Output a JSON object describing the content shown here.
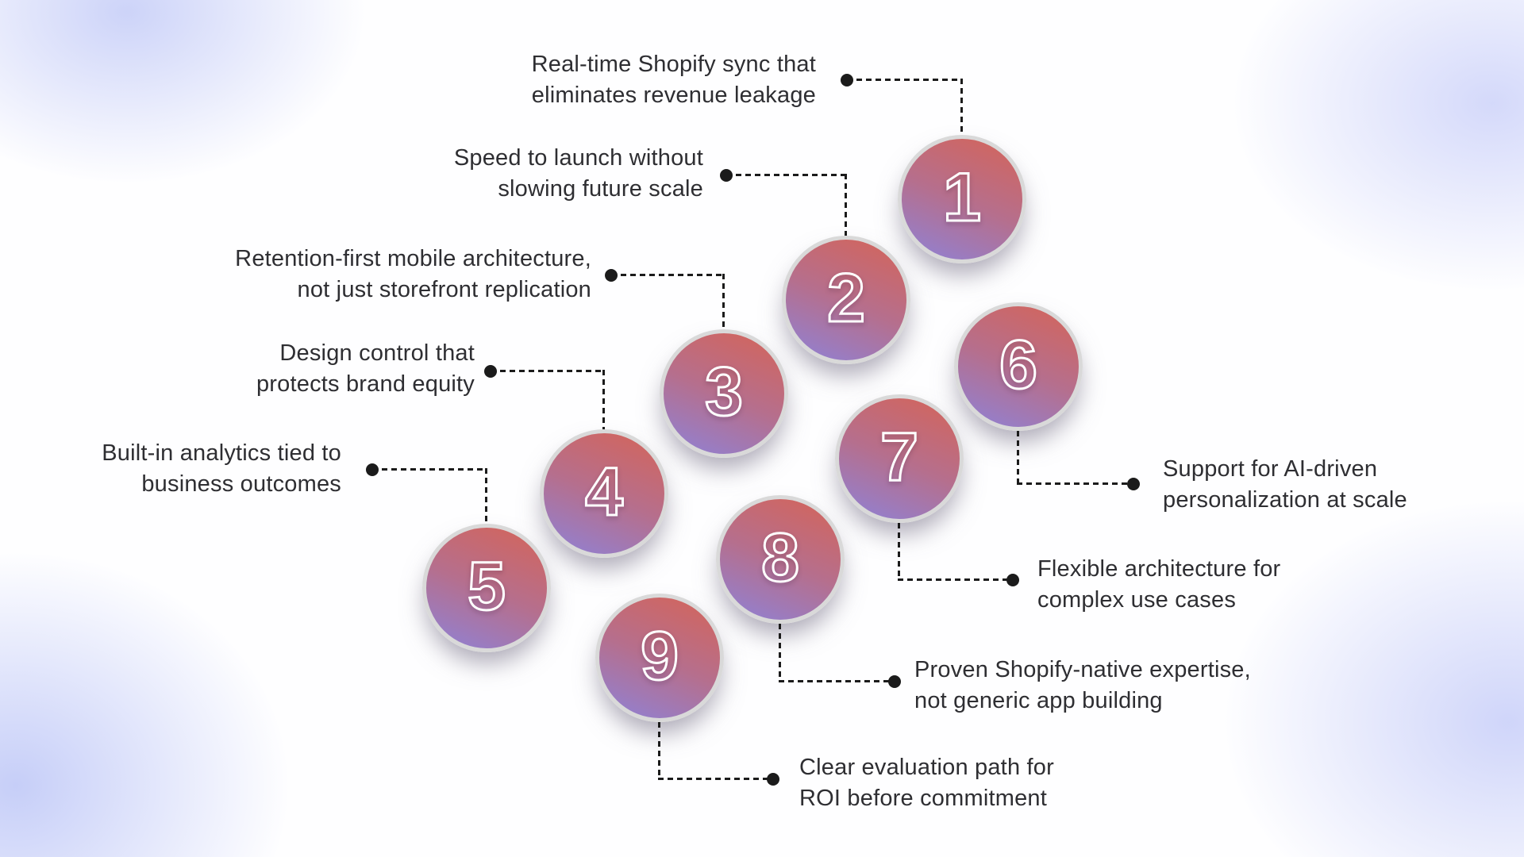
{
  "infographic": {
    "items": [
      {
        "number": "1",
        "lines": [
          "Real-time Shopify sync that",
          "eliminates revenue leakage"
        ]
      },
      {
        "number": "2",
        "lines": [
          "Speed to launch without",
          "slowing future scale"
        ]
      },
      {
        "number": "3",
        "lines": [
          "Retention-first mobile architecture,",
          "not just storefront replication"
        ]
      },
      {
        "number": "4",
        "lines": [
          "Design control that",
          "protects brand equity"
        ]
      },
      {
        "number": "5",
        "lines": [
          "Built-in analytics tied to",
          "business outcomes"
        ]
      },
      {
        "number": "6",
        "lines": [
          "Support for AI-driven",
          "personalization at scale"
        ]
      },
      {
        "number": "7",
        "lines": [
          "Flexible architecture for",
          "complex use cases"
        ]
      },
      {
        "number": "8",
        "lines": [
          "Proven Shopify-native expertise,",
          "not generic app building"
        ]
      },
      {
        "number": "9",
        "lines": [
          "Clear evaluation path for",
          "ROI before commitment"
        ]
      }
    ],
    "colors": {
      "circle_gradient_top": "#d56458",
      "circle_gradient_bottom": "#8e82d8",
      "circle_ring": "#d9d9d9",
      "number_outline": "#ffffff",
      "connector": "#1b1b1b",
      "label_text": "#2e2e32",
      "background_tint": "#ccd3f8"
    }
  }
}
